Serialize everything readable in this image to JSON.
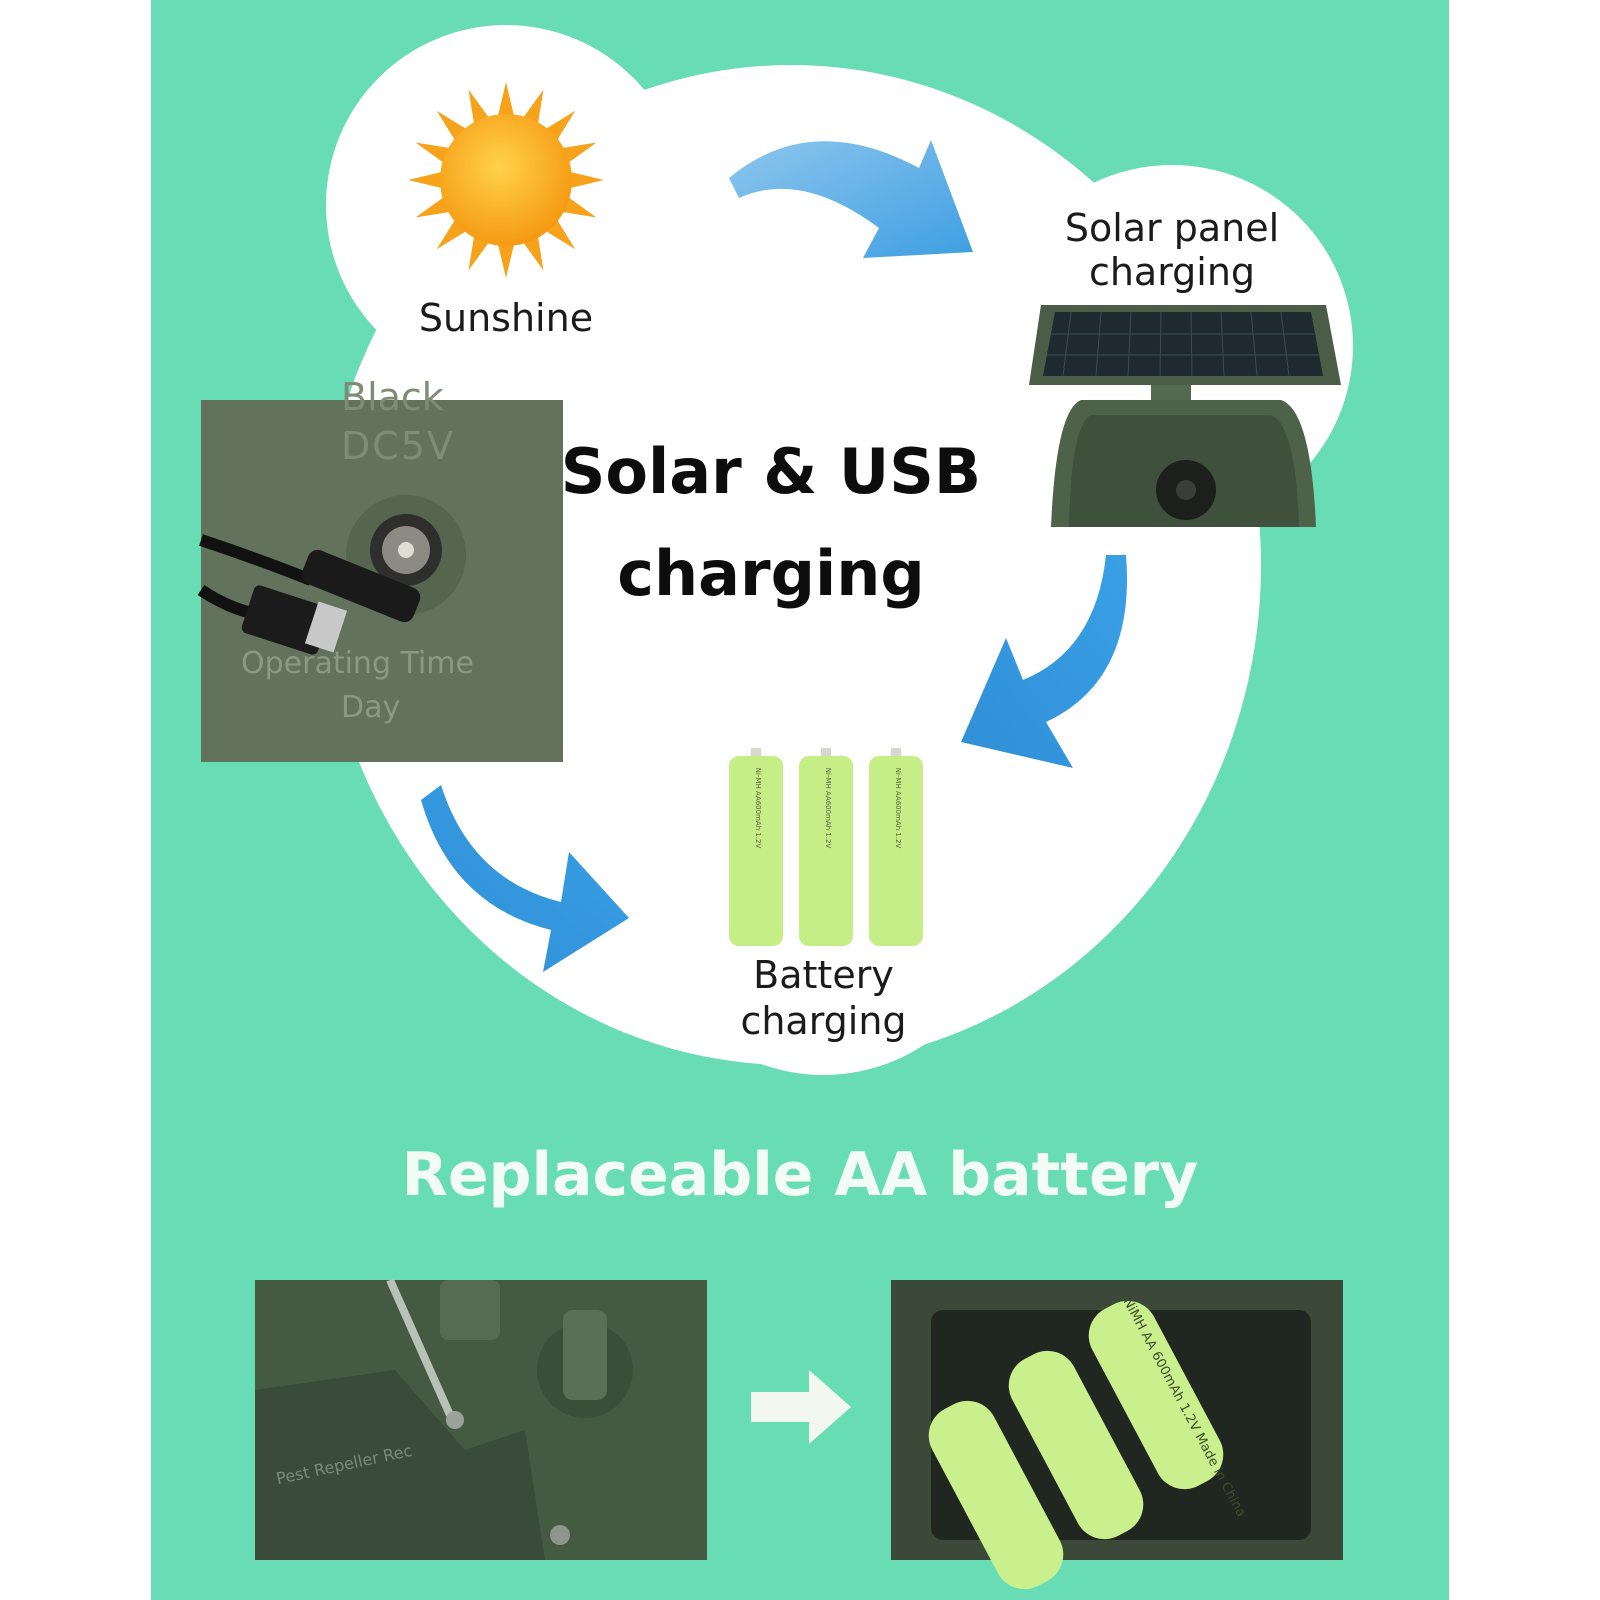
{
  "diagram": {
    "nodes": {
      "sunshine": "Sunshine",
      "solar_panel": [
        "Solar panel",
        "charging"
      ],
      "battery": [
        "Battery",
        "charging"
      ]
    },
    "center_title": [
      "Solar & USB",
      "charging"
    ],
    "port_photo_text": {
      "top_partial": "Black",
      "voltage": "DC5V",
      "operating": "Operating Time",
      "day": "Day"
    },
    "battery_print": "Ni-MH  AA600mAh  1.2V"
  },
  "section_title": "Replaceable AA battery",
  "photos": {
    "left_label": "Pest Repeller Rec",
    "right_print": "NiMH AA 600mAh 1.2V  Made in China"
  },
  "colors": {
    "background": "#68dcb5",
    "arrow_blue": "#3a9ee3",
    "device_green": "#4c5e4a",
    "battery_green": "#c9f08c"
  }
}
